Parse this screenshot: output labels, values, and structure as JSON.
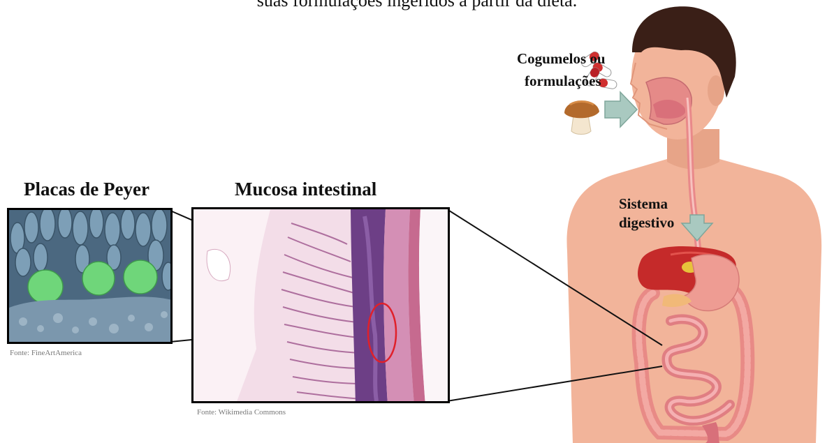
{
  "caption_top": "suas formulações ingeridos a partir da dieta.",
  "headings": {
    "peyer": "Placas de Peyer",
    "mucosa": "Mucosa intestinal"
  },
  "labels": {
    "food_line1": "Cogumelos ou",
    "food_line2": "formulações",
    "digestive_line1": "Sistema",
    "digestive_line2": "digestivo"
  },
  "sources": {
    "peyer": "Fonte: FineArtAmerica",
    "mucosa": "Fonte: Wikimedia Commons"
  },
  "colors": {
    "skin": "#f2b49a",
    "hair": "#3a1f17",
    "arrow": "#a9c9c0",
    "highlight_circle": "#e0202a",
    "villi_green": "#6fd67a",
    "sem_blue": "#6f90a8",
    "histology_pink": "#d9a3bf",
    "histology_purple": "#6d3f86"
  }
}
